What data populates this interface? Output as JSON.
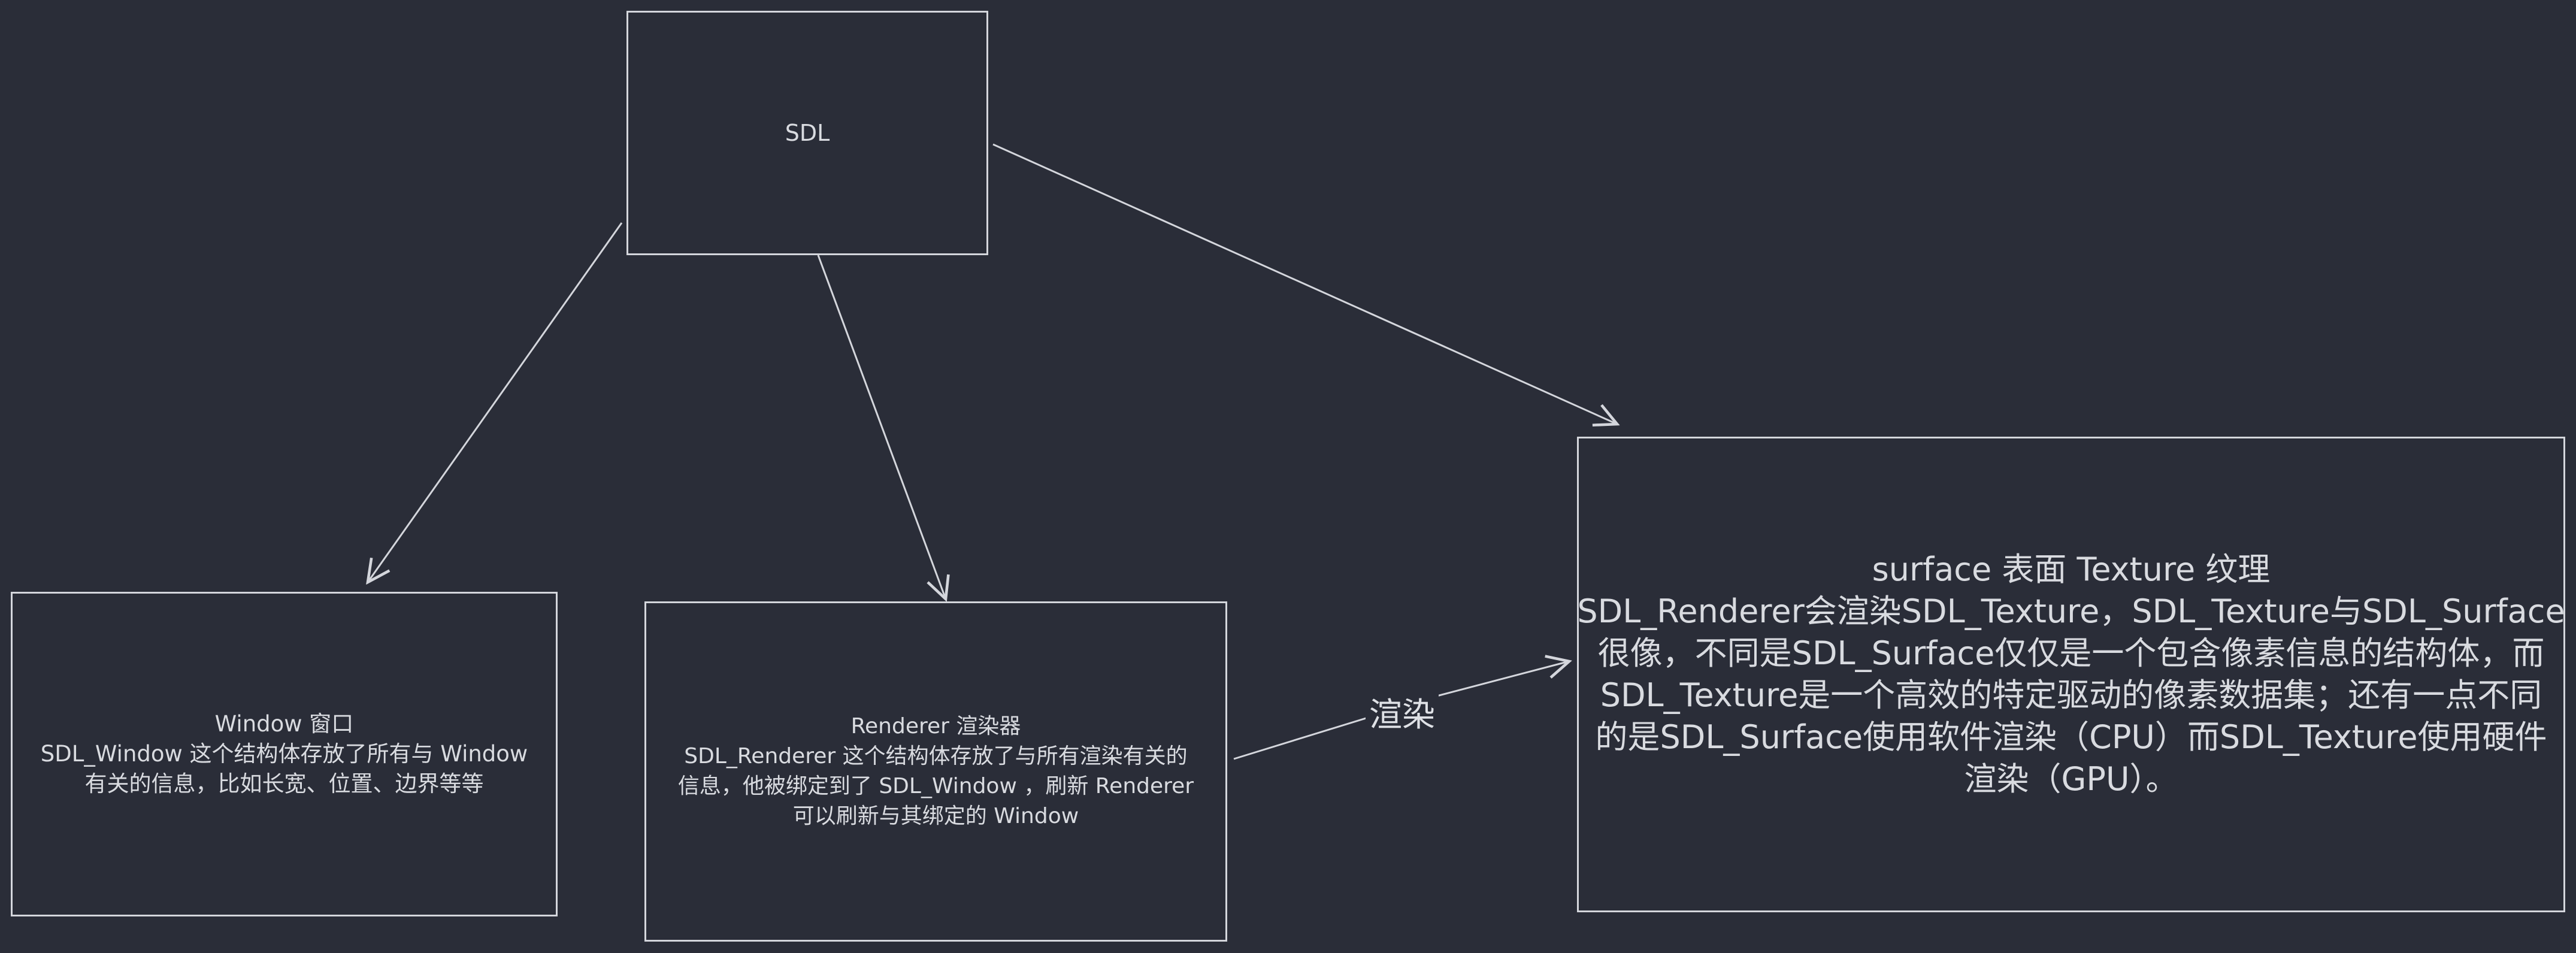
{
  "nodes": {
    "sdl": {
      "lines": [
        "SDL"
      ]
    },
    "window": {
      "lines": [
        "Window 窗口",
        "SDL_Window 这个结构体存放了所有与 Window",
        "有关的信息，比如长宽、位置、边界等等"
      ]
    },
    "renderer": {
      "lines": [
        "Renderer 渲染器",
        "SDL_Renderer 这个结构体存放了与所有渲染有关的",
        "信息，他被绑定到了 SDL_Window ，刷新 Renderer",
        "可以刷新与其绑定的 Window"
      ]
    },
    "surface": {
      "lines": [
        "surface 表面 Texture 纹理",
        "SDL_Renderer会渲染SDL_Texture，SDL_Texture与SDL_Surface",
        "很像，不同是SDL_Surface仅仅是一个包含像素信息的结构体，而",
        "SDL_Texture是一个高效的特定驱动的像素数据集；还有一点不同",
        "的是SDL_Surface使用软件渲染（CPU）而SDL_Texture使用硬件",
        "渲染（GPU）。"
      ]
    }
  },
  "edges": {
    "render_label": "渲染"
  },
  "colors": {
    "background": "#2a2d38",
    "stroke": "#d4d6dc",
    "text": "#d9dbe0"
  }
}
